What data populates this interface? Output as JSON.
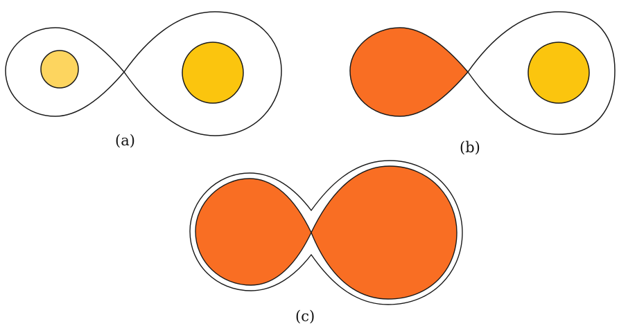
{
  "panels": [
    {
      "label": "(a)",
      "description_stage": "detached",
      "left_star_color": "#fdd55f",
      "right_star_color": "#fbc50e"
    },
    {
      "label": "(b)",
      "description_stage": "semi-detached",
      "filled_lobe_color": "#f96e23",
      "right_star_color": "#fbc50e"
    },
    {
      "label": "(c)",
      "description_stage": "contact",
      "filled_lobe_color": "#f96e23"
    }
  ],
  "colors": {
    "outline": "#1a1a1a",
    "background": "#ffffff"
  }
}
